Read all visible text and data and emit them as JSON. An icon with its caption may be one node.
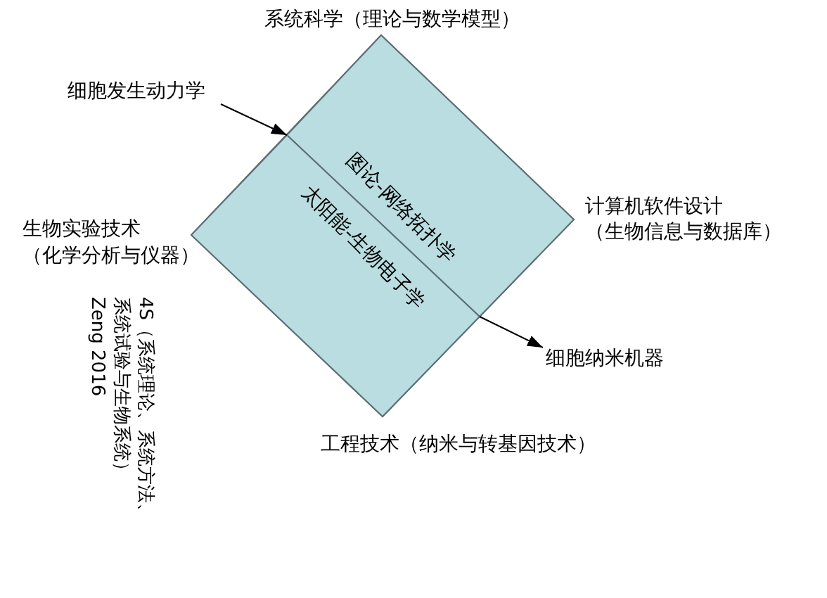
{
  "diagram": {
    "nodes": [
      {
        "text": [],
        "shape": "diamond"
      },
      {
        "text": [
          "图论-网络拓扑学"
        ],
        "in": 0
      },
      {
        "text": [
          "太阳能-生物电子学"
        ],
        "in": 0
      },
      {
        "text": [
          "细胞发生动力学"
        ]
      },
      {
        "text": [
          "细胞纳米机器"
        ]
      }
    ],
    "edges": [
      {
        "from": 3,
        "to": 0,
        "arrow": "to"
      },
      {
        "from": 0,
        "to": 4,
        "arrow": "to"
      }
    ],
    "labels": [
      "系统科学（理论与数学模型）",
      "生物实验技术（化学分析与仪器）",
      "计算机软件设计（生物信息与数据库）",
      "工程技术（纳米与转基因技术）",
      "4S（系统理论、系统方法、系统试验与生物系统）",
      "Zeng 2016"
    ]
  }
}
